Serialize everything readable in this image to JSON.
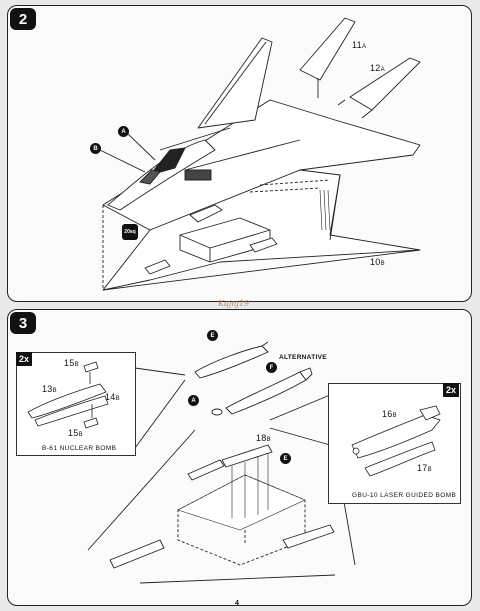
{
  "steps": {
    "step2": {
      "number": "2",
      "callouts": {
        "a": "A",
        "b": "B"
      },
      "stand_icon_text": "20sq",
      "parts": {
        "p11a": {
          "num": "11",
          "suffix": "A"
        },
        "p12a": {
          "num": "12",
          "suffix": "A"
        },
        "p10b": {
          "num": "10",
          "suffix": "B"
        }
      }
    },
    "step3": {
      "number": "3",
      "alternative_label": "Alternative",
      "callouts": {
        "e_top": "E",
        "f": "F",
        "a": "A",
        "e_right": "E"
      },
      "part_18b": {
        "num": "18",
        "suffix": "B"
      },
      "left_inset": {
        "quantity": "2x",
        "caption_main": "B-61",
        "caption_sub": "Nuclear bomb",
        "parts": {
          "p15b_top": {
            "num": "15",
            "suffix": "B"
          },
          "p13b": {
            "num": "13",
            "suffix": "B"
          },
          "p14b": {
            "num": "14",
            "suffix": "B"
          },
          "p15b_bottom": {
            "num": "15",
            "suffix": "B"
          }
        }
      },
      "right_inset": {
        "quantity": "2x",
        "caption_main": "GBU-10",
        "caption_sub": "Laser guided bomb",
        "parts": {
          "p16b": {
            "num": "16",
            "suffix": "B"
          },
          "p17b": {
            "num": "17",
            "suffix": "B"
          }
        }
      }
    }
  },
  "watermark": "Kajnj19",
  "page_number": "4"
}
